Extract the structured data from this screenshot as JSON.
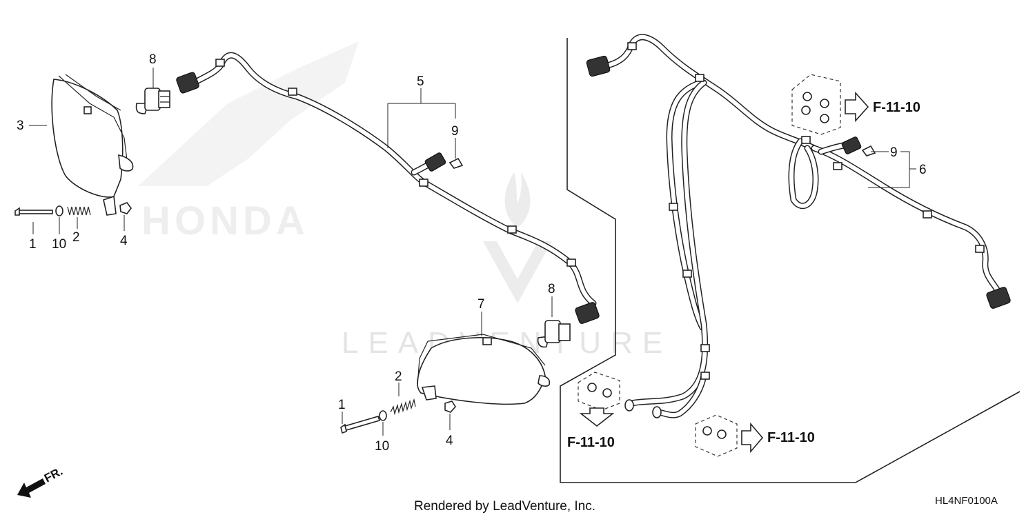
{
  "callouts": {
    "c1_left": "1",
    "c10_left": "10",
    "c2_left": "2",
    "c4_left": "4",
    "c3": "3",
    "c8_left": "8",
    "c5": "5",
    "c9_left": "9",
    "c7": "7",
    "c8_mid": "8",
    "c2_mid": "2",
    "c1_mid": "1",
    "c10_mid": "10",
    "c4_mid": "4",
    "c9_right": "9",
    "c6": "6"
  },
  "references": {
    "ref_top_right": "F-11-10",
    "ref_bottom_left": "F-11-10",
    "ref_bottom_mid": "F-11-10"
  },
  "front_indicator": "FR.",
  "watermark": "LEADVENTURE",
  "background_logo": "HONDA",
  "footer": "Rendered by LeadVenture, Inc.",
  "diagram_code": "HL4NF0100A"
}
